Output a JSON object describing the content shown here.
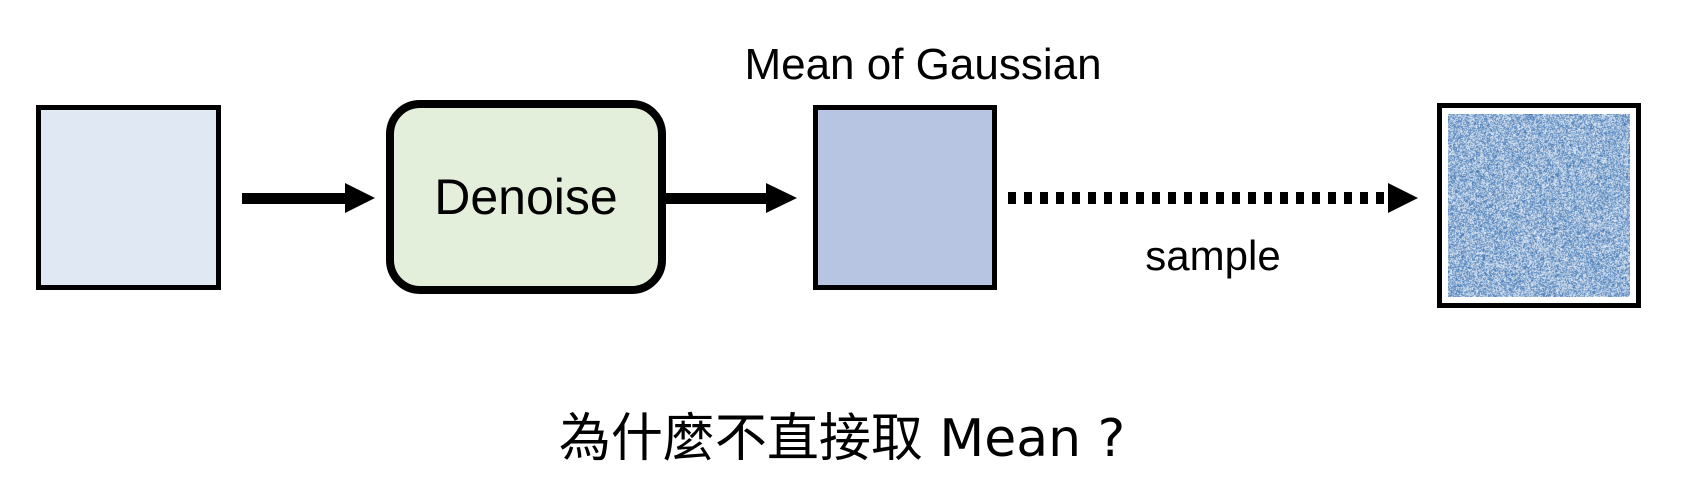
{
  "denoise_label": "Denoise",
  "mean_label": "Mean of Gaussian",
  "sample_label": "sample",
  "question": "為什麼不直接取 Mean ?",
  "colors": {
    "input_fill": "#dfe8f3",
    "denoise_fill": "#e3efdb",
    "mean_fill": "#b7c5e3",
    "noise": "#3f78b5"
  }
}
